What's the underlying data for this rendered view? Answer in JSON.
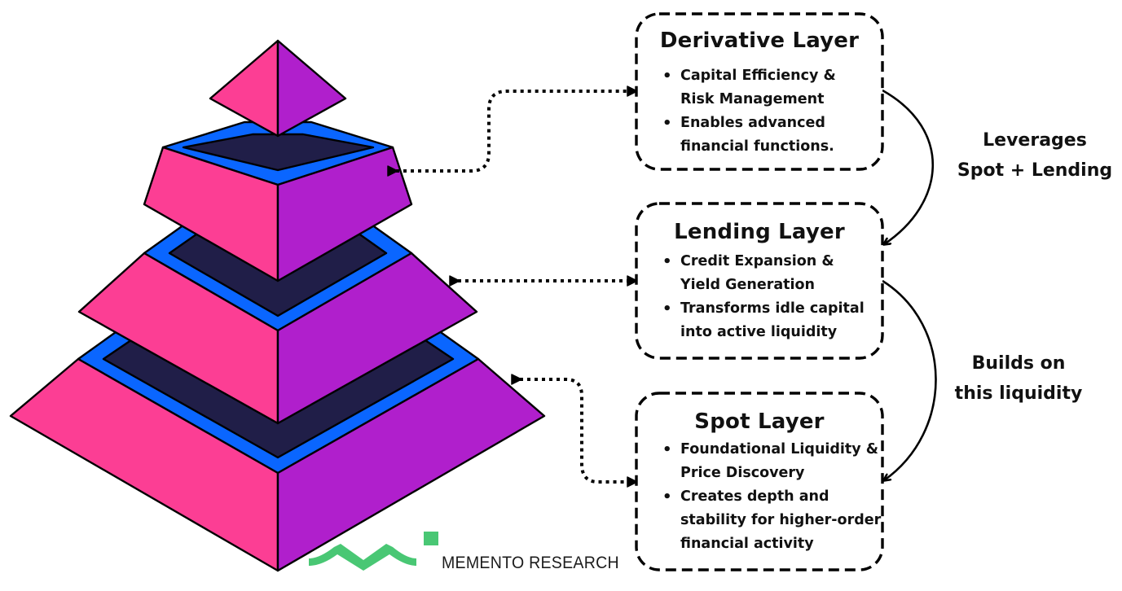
{
  "colors": {
    "face_left": "#fc3e94",
    "face_right": "#b01fcc",
    "rim_blue": "#0a66ff",
    "inner_navy": "#201e48",
    "outline": "#000000",
    "logo_green": "#49c774"
  },
  "pyramid": {
    "tiers": [
      {
        "name": "apex",
        "linked_layer": "Derivative Layer"
      },
      {
        "name": "tier-2",
        "linked_layer": "Derivative Layer"
      },
      {
        "name": "tier-3",
        "linked_layer": "Lending Layer"
      },
      {
        "name": "tier-4",
        "linked_layer": "Spot Layer"
      }
    ]
  },
  "layers": [
    {
      "id": "derivative",
      "title": "Derivative Layer",
      "bullets": [
        "Capital Efficiency & Risk Management",
        "Enables advanced financial functions."
      ]
    },
    {
      "id": "lending",
      "title": "Lending Layer",
      "bullets": [
        "Credit Expansion & Yield Generation",
        "Transforms idle capital into active liquidity"
      ]
    },
    {
      "id": "spot",
      "title": "Spot Layer",
      "bullets": [
        "Foundational Liquidity & Price Discovery",
        "Creates depth and stability for higher-order financial activity"
      ]
    }
  ],
  "relations": [
    {
      "from": "Derivative Layer",
      "to": "Lending Layer",
      "label_line1": "Leverages",
      "label_line2": "Spot + Lending"
    },
    {
      "from": "Lending Layer",
      "to": "Spot Layer",
      "label_line1": "Builds on",
      "label_line2": "this liquidity"
    }
  ],
  "brand": {
    "name": "MEMENTO RESEARCH",
    "icon": "memento-wave-logo-icon"
  }
}
